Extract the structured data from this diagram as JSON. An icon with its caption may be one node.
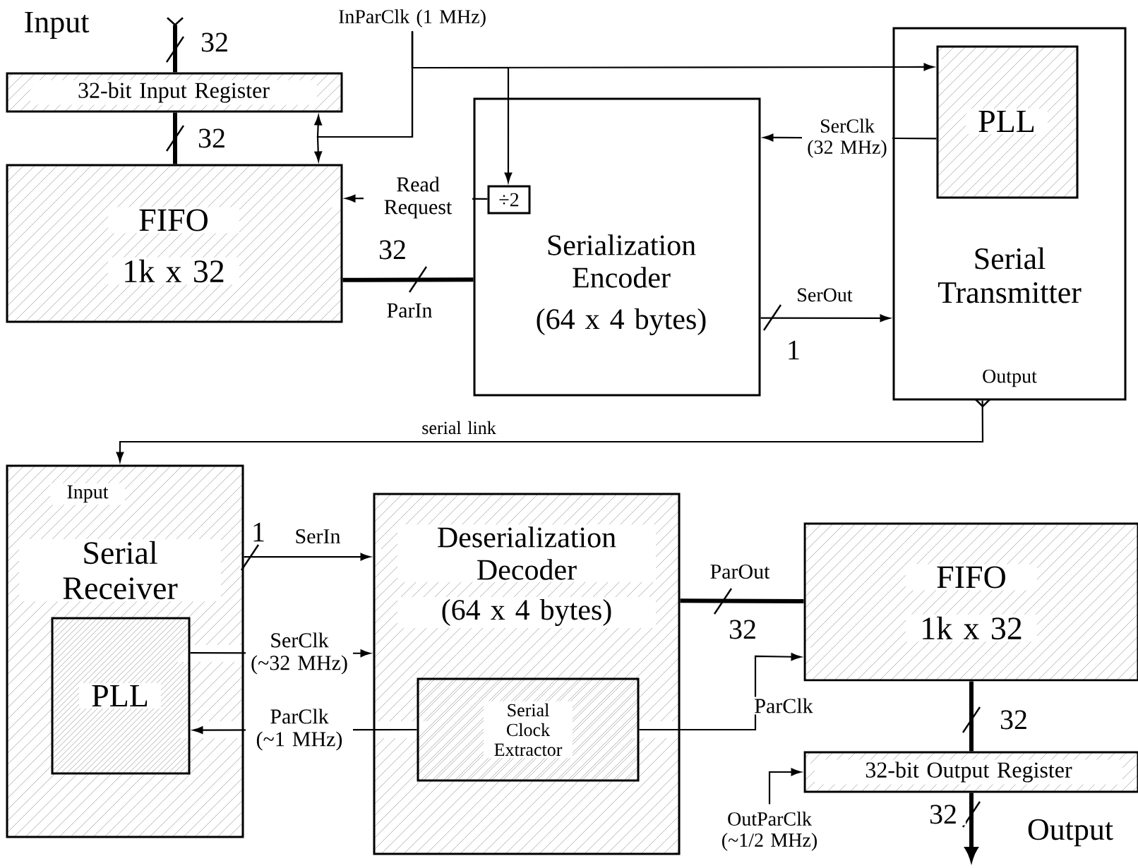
{
  "diagram": {
    "nodes": [
      {
        "text": [
          "32-bit Input Register"
        ]
      },
      {
        "text": [
          "FIFO",
          "1k x 32"
        ]
      },
      {
        "text": [
          "Serialization Encoder",
          "(64 x 4 bytes)"
        ]
      },
      {
        "text": [
          "÷2"
        ],
        "in": 2
      },
      {
        "text": [
          "Serial Transmitter",
          "Output"
        ]
      },
      {
        "text": [
          "PLL"
        ],
        "in": 4
      },
      {
        "text": [
          "Input",
          "Serial Receiver"
        ]
      },
      {
        "text": [
          "PLL"
        ],
        "in": 6
      },
      {
        "text": [
          "Deserialization Decoder",
          "(64 x 4 bytes)"
        ]
      },
      {
        "text": [
          "Serial Clock Extractor"
        ],
        "in": 8
      },
      {
        "text": [
          "FIFO",
          "1k x 32"
        ]
      },
      {
        "text": [
          "32-bit Output Register"
        ]
      },
      {
        "text": [
          "InParClk (1 MHz)"
        ]
      },
      {
        "text": [
          "OutParClk (~1/2 MHz)"
        ]
      }
    ],
    "edges": [
      {
        "from": null,
        "to": 0,
        "arrow": "other",
        "label": "32",
        "style": "thick"
      },
      {
        "from": 0,
        "to": 1,
        "arrow": "none",
        "label": "32",
        "style": "thick"
      },
      {
        "from": 12,
        "to": 0,
        "arrow": "to"
      },
      {
        "from": 12,
        "to": 1,
        "arrow": "to"
      },
      {
        "from": 12,
        "to": 5,
        "arrow": "to"
      },
      {
        "from": 12,
        "to": 3,
        "arrow": "to"
      },
      {
        "from": 3,
        "to": 1,
        "arrow": "to",
        "label": "Read Request"
      },
      {
        "from": 1,
        "to": 2,
        "arrow": "none",
        "label": "ParIn",
        "style": "thick"
      },
      {
        "from": 5,
        "to": 2,
        "arrow": "to",
        "label": "SerClk (32 MHz)"
      },
      {
        "from": 2,
        "to": 4,
        "arrow": "to",
        "label": "SerOut"
      },
      {
        "from": 4,
        "to": 6,
        "arrow": "to",
        "label": "serial link"
      },
      {
        "from": 6,
        "to": 8,
        "arrow": "to",
        "label": "SerIn"
      },
      {
        "from": 7,
        "to": 8,
        "arrow": "to",
        "label": "SerClk (~32 MHz)"
      },
      {
        "from": 9,
        "to": 7,
        "arrow": "to",
        "label": "ParClk (~1 MHz)"
      },
      {
        "from": 8,
        "to": 10,
        "arrow": "none",
        "label": "ParOut",
        "style": "thick"
      },
      {
        "from": 9,
        "to": 10,
        "arrow": "to",
        "label": "ParClk"
      },
      {
        "from": 10,
        "to": 11,
        "arrow": "none",
        "label": "32",
        "style": "thick"
      },
      {
        "from": 13,
        "to": 11,
        "arrow": "to"
      },
      {
        "from": 11,
        "to": null,
        "arrow": "to",
        "label": "32",
        "style": "thick"
      }
    ],
    "labels": [
      "Input",
      "32",
      "1",
      "1",
      "32",
      "Output"
    ]
  }
}
